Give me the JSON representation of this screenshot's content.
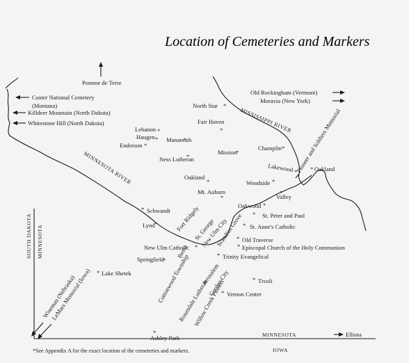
{
  "title": "Location of Cemeteries and Markers",
  "footnote": "*See Appendix A for the exact location of the cemeteries and markers.",
  "rivers": {
    "mississippi": "MISSISSIPPI RIVER",
    "minnesota": "MINNESOTA RIVER"
  },
  "states": {
    "south_dakota": "SOUTH DAKOTA",
    "minnesota_west": "MINNESOTA",
    "minnesota_south": "MINNESOTA",
    "iowa": "IOWA"
  },
  "offmap": {
    "pomme_de_terre": "Pomme de Terre",
    "custer_1": "Custer National Cemetery",
    "custer_2": "(Montana)",
    "killdeer": "Killdeer Mountain (North Dakota)",
    "whitestone": "Whitestone Hill (North Dakota)",
    "old_rockingham": "Old Rockingham (Vermont)",
    "moravia": "Moravia (New York)",
    "elliota": "Elliota",
    "wiseman": "Wiseman (Nebraska)",
    "lemars": "LeMars Memorial (Iowa)"
  },
  "places": {
    "north_star": "North Star",
    "fair_haven": "Fair Haven",
    "lebanon": "Lebanon",
    "haugen": "Haugen",
    "endreson": "Endreson",
    "manannah": "Manannah",
    "mission": "Mission",
    "ness_lutheran": "Ness Lutheran",
    "champlin": "Champlin",
    "pioneer_soldiers": "Pioneer and Soldiers Memorial",
    "lakewood": "Lakewood",
    "oakland_ne": "Oakland",
    "woodside": "Woodside",
    "oakland": "Oakland",
    "mt_auburn": "Mt. Auburn",
    "valley": "Valley",
    "oakwood": "Oakwood",
    "st_peter_paul": "St. Peter and Paul",
    "schwandt": "Schwandt",
    "lynd": "Lynd",
    "fort_ridgely": "Fort Ridgely",
    "st_george": "St. George",
    "new_ulm_city": "New Ulm City",
    "scandian_grove": "Scandian Grove",
    "st_annes": "St. Anne's Catholic",
    "old_traverse": "Old Traverse",
    "new_ulm_catholic": "New Ulm Catholic",
    "episcopal": "Episcopal Church of the Holy Communion",
    "springfield": "Springfield",
    "iberia": "Iberia",
    "trinity": "Trinity Evangelical",
    "lake_shetek": "Lake Shetek",
    "cottonwood": "Cottonwood Township",
    "jerusalem": "Jerusalem",
    "tivoli": "Tivoli",
    "rosendale": "Rosendale Lutheran",
    "garden_city": "Garden City",
    "willow_creek": "Willow Creek Pioneer",
    "vernon_center": "Vernon Center",
    "ashley_park": "Ashley Park"
  }
}
